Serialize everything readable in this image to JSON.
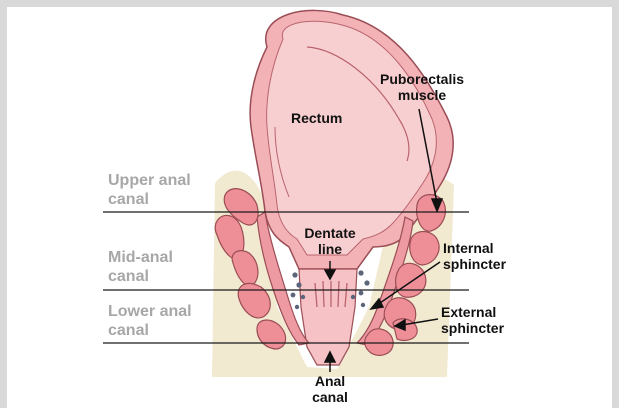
{
  "zones": {
    "upper": "Upper anal\ncanal",
    "mid": "Mid-anal\ncanal",
    "lower": "Lower anal\ncanal"
  },
  "callouts": {
    "rectum": "Rectum",
    "puborectalis": "Puborectalis\nmuscle",
    "dentate": "Dentate\nline",
    "internal": "Internal\nsphincter",
    "external": "External\nsphincter",
    "anal_canal": "Anal\ncanal"
  },
  "colors": {
    "tissue": "#f3b3b6",
    "tissue_light": "#f8cfd1",
    "muscle": "#ee8f98",
    "outline": "#9b4d55",
    "fat": "#efe5c8",
    "veins": "#5b6478",
    "guide_lines": "#1a1a1a",
    "zone_text": "#a7a7a7"
  }
}
